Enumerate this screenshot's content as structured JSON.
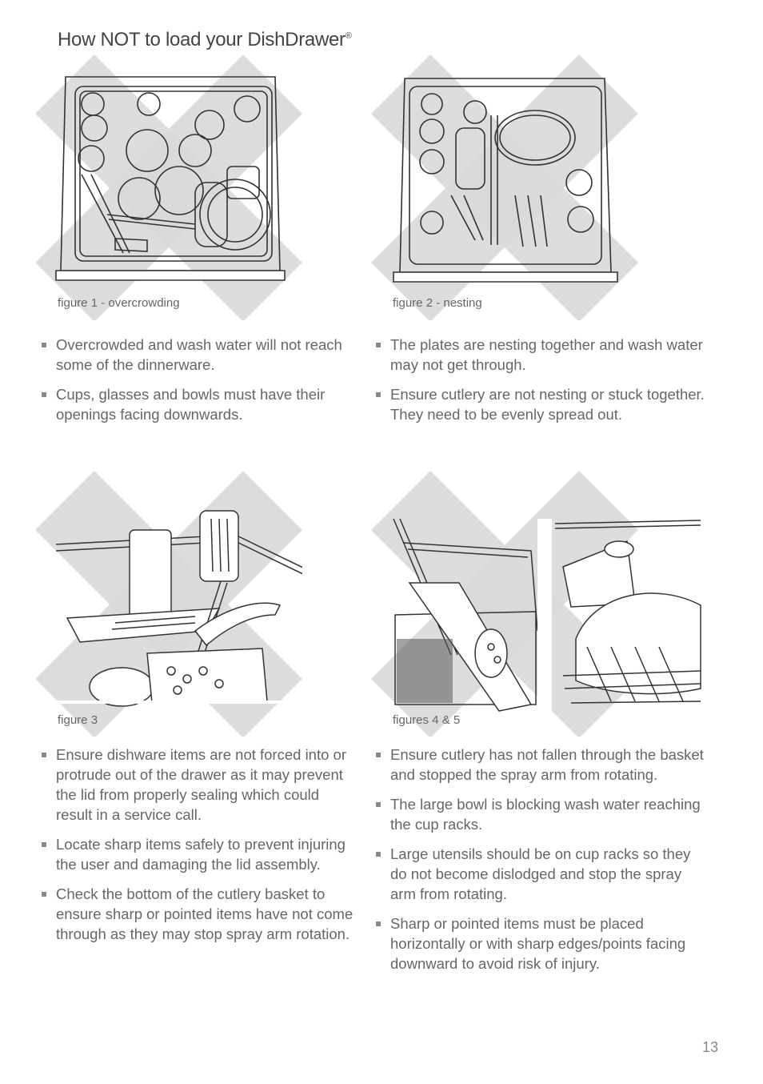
{
  "page": {
    "title": "How NOT to load your DishDrawer",
    "title_mark": "®",
    "page_number": "13"
  },
  "figures": [
    {
      "caption": "figure 1 - overcrowding"
    },
    {
      "caption": "figure 2 - nesting"
    },
    {
      "caption": "figure 3"
    },
    {
      "caption": "figures 4 & 5"
    }
  ],
  "sections": [
    {
      "bullets": [
        "Overcrowded and wash water will not reach some of the dinnerware.",
        "Cups, glasses and bowls must have their openings facing downwards."
      ]
    },
    {
      "bullets": [
        "The plates are nesting together and wash water may not get through.",
        "Ensure cutlery are not nesting or stuck together.  They need to be evenly spread out."
      ]
    },
    {
      "bullets": [
        "Ensure dishware items are not forced into or protrude out of the drawer as it may prevent the lid from properly sealing which could result in a service call.",
        "Locate sharp items safely to prevent injuring the user and damaging the lid assembly.",
        "Check the bottom of the cutlery basket to ensure sharp or pointed items have not come through as they may stop spray arm rotation."
      ]
    },
    {
      "bullets": [
        "Ensure cutlery has not fallen through the basket and stopped the spray arm from rotating.",
        "The large bowl is blocking wash water reaching the cup racks.",
        "Large utensils should be on cup racks so they do not become dislodged and stop the spray arm from rotating.",
        "Sharp or pointed items must be placed horizontally or with sharp edges/points facing downward to avoid risk of injury."
      ]
    }
  ],
  "colors": {
    "cross": "#d7d9dc",
    "line": "#333333",
    "text": "#666666"
  }
}
